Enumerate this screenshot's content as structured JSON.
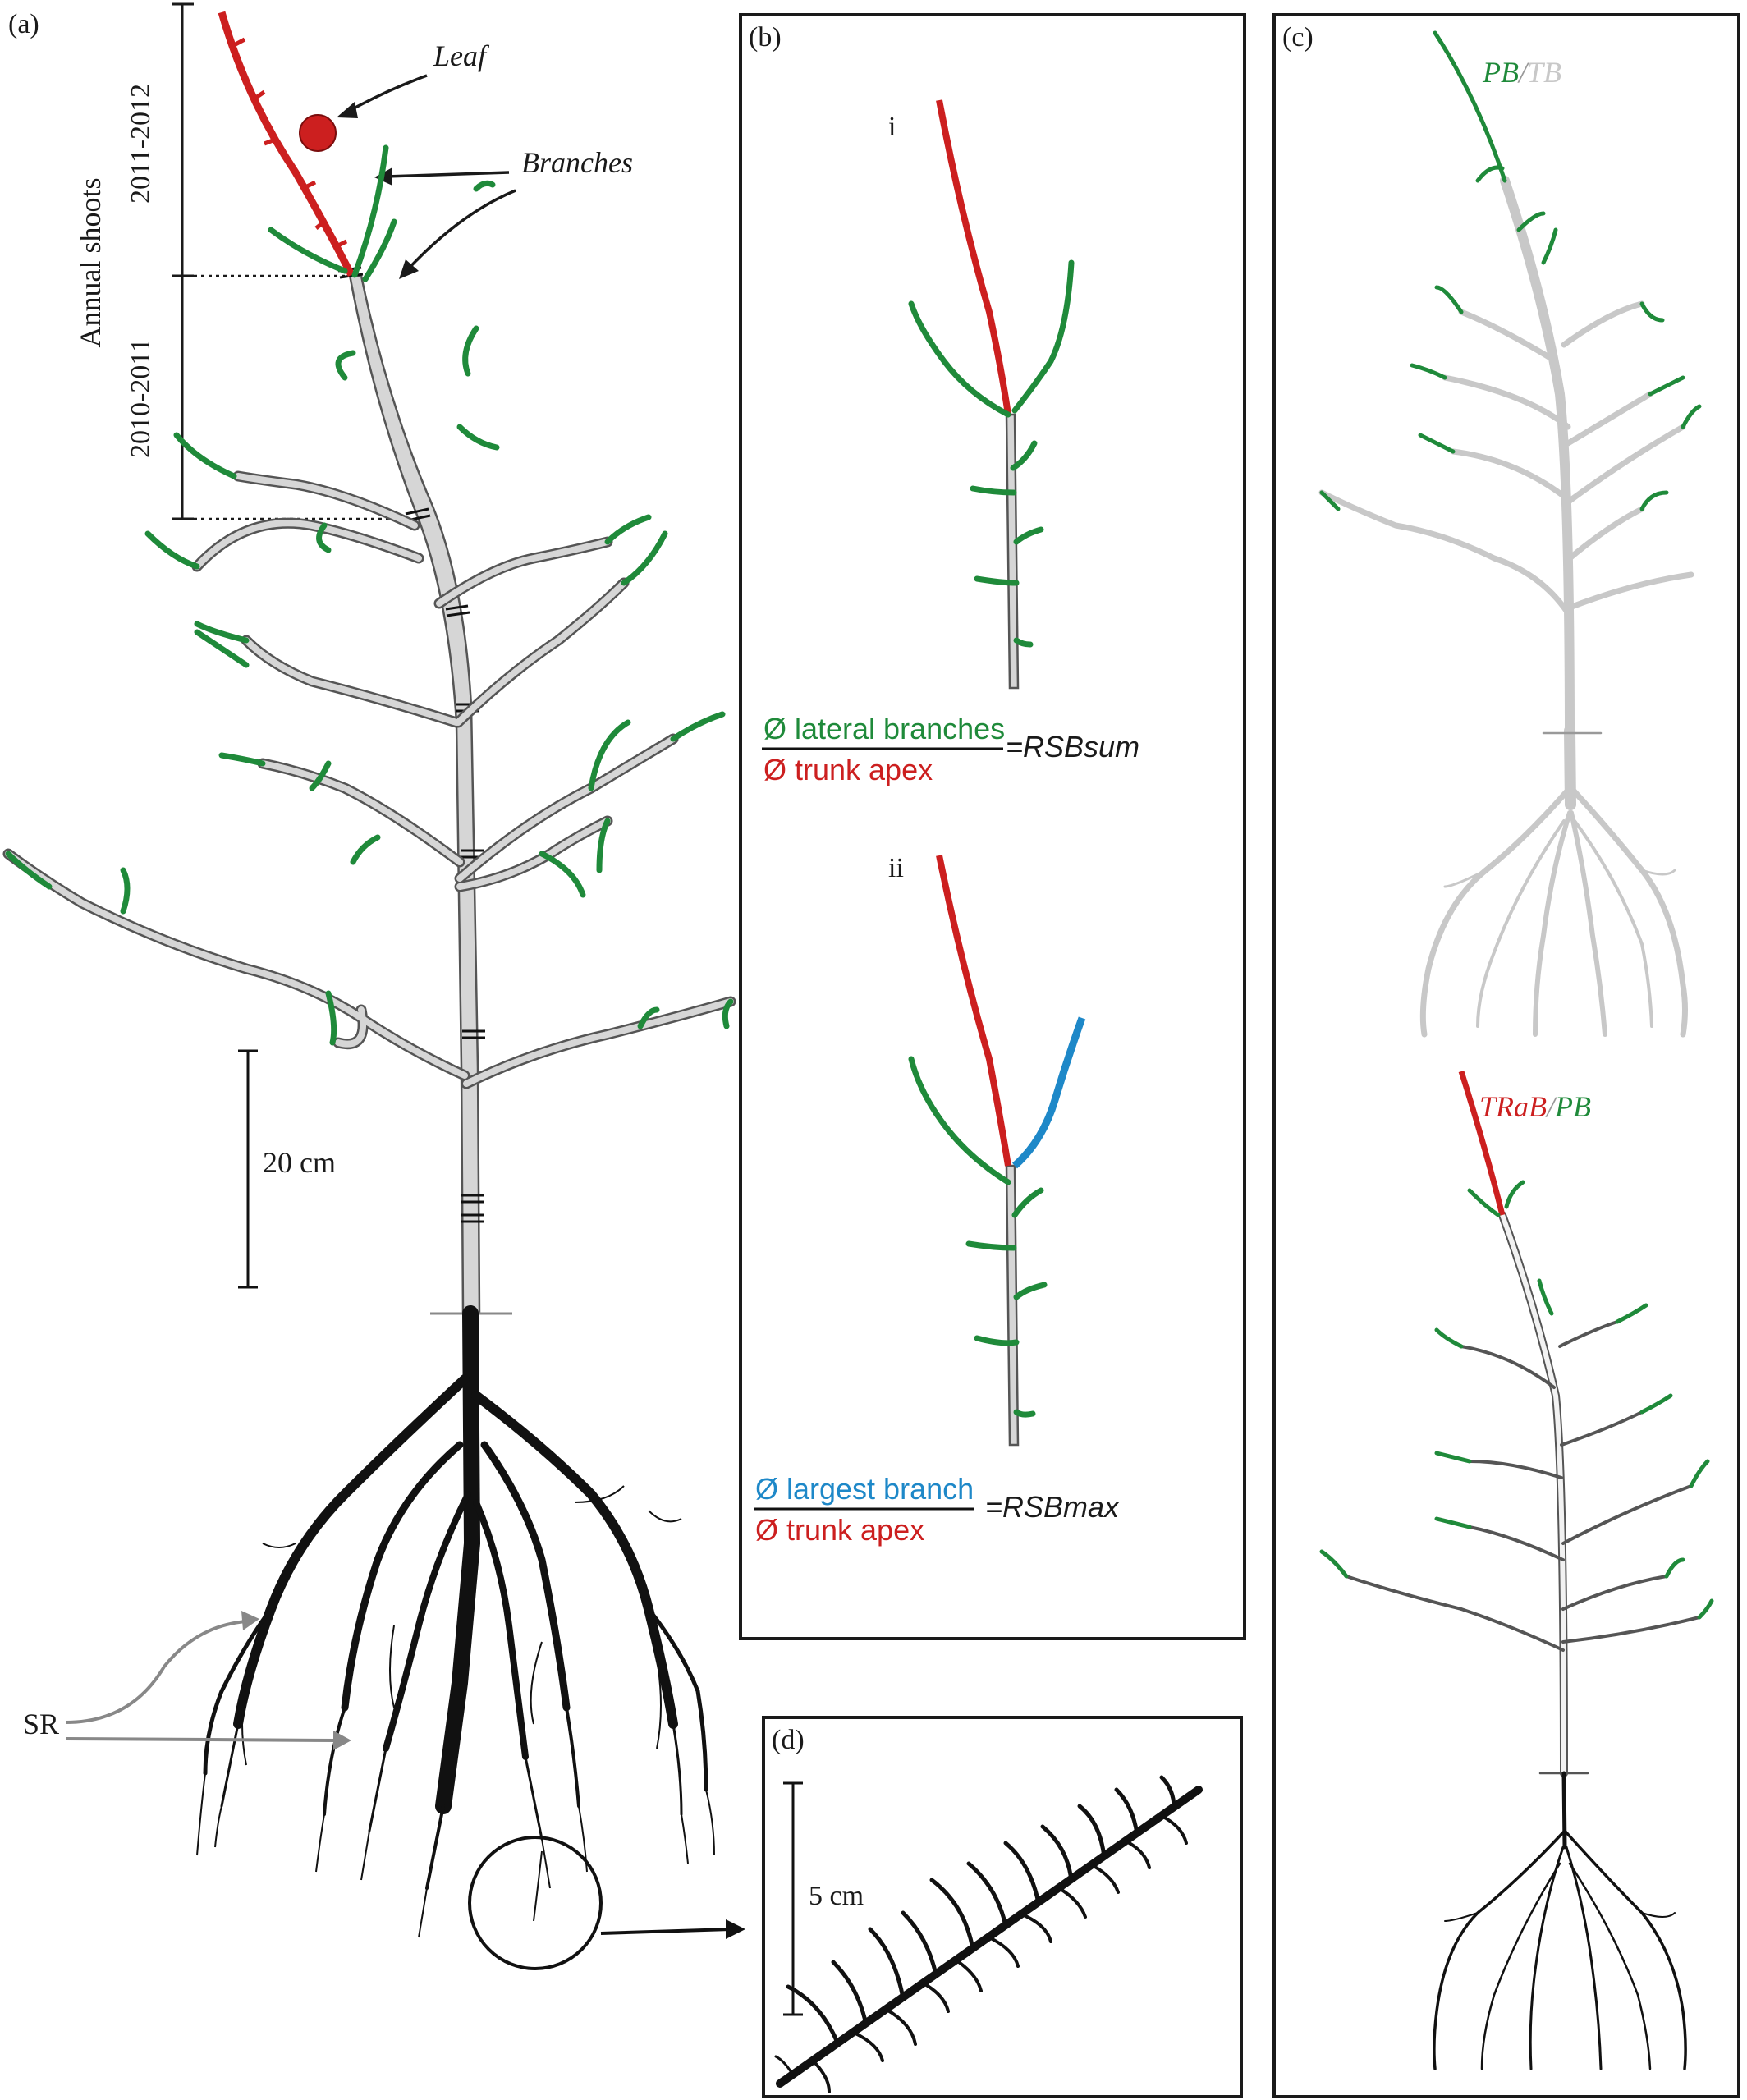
{
  "colors": {
    "trunk_apex": "#cc1f1f",
    "branch": "#1f8a3a",
    "largest_branch": "#1e88c8",
    "stem": "#d6d6d6",
    "stem_outline": "#555555",
    "root": "#111111",
    "faded": "#c8c8c8"
  },
  "panel_a": {
    "label": "(a)",
    "leaf_label": "Leaf",
    "branches_label": "Branches",
    "annual_shoots_label": "Annual shoots",
    "year_upper": "2011-2012",
    "year_lower": "2010-2011",
    "scale_label": "20 cm",
    "sr_label": "SR"
  },
  "panel_b": {
    "label": "(b)",
    "sub_i": "i",
    "sub_ii": "ii",
    "eq1_numerator": "Ø lateral branches",
    "eq1_denominator": "Ø trunk apex",
    "eq1_result": "=RSBsum",
    "eq2_numerator": "Ø largest branch",
    "eq2_denominator": "Ø trunk apex",
    "eq2_result": "=RSBmax"
  },
  "panel_c": {
    "label": "(c)",
    "top_title_a": "PB",
    "top_title_sep": "/",
    "top_title_b": "TB",
    "bottom_title_a": "TRaB",
    "bottom_title_sep": "/",
    "bottom_title_b": "PB"
  },
  "panel_d": {
    "label": "(d)",
    "scale_label": "5 cm"
  }
}
